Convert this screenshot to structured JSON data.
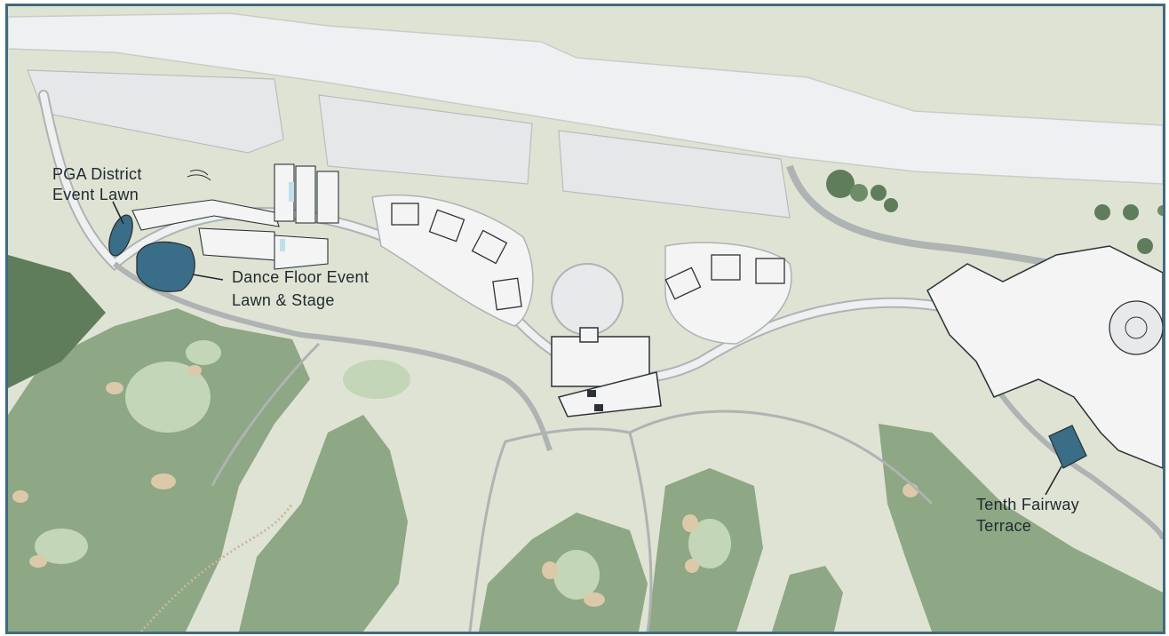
{
  "map": {
    "colors": {
      "frame": "#3f6b80",
      "land": "#dfe3d4",
      "river": "#eef0f1",
      "golf_rough": "#8ea784",
      "golf_dark": "#5f7d5b",
      "fairway": "#c3d6b7",
      "bunker": "#dcc9a9",
      "paving": "#e8e9ea",
      "path": "#aeb3b3",
      "event_space": "#3a6d88",
      "building": "#f4f4f4",
      "building_outline": "#2b3336"
    },
    "labels": {
      "pga_district_line1": "PGA District",
      "pga_district_line2": "Event Lawn",
      "dance_floor_line1": "Dance Floor Event",
      "dance_floor_line2": "Lawn & Stage",
      "tenth_fairway_line1": "Tenth Fairway",
      "tenth_fairway_line2": "Terrace"
    }
  }
}
